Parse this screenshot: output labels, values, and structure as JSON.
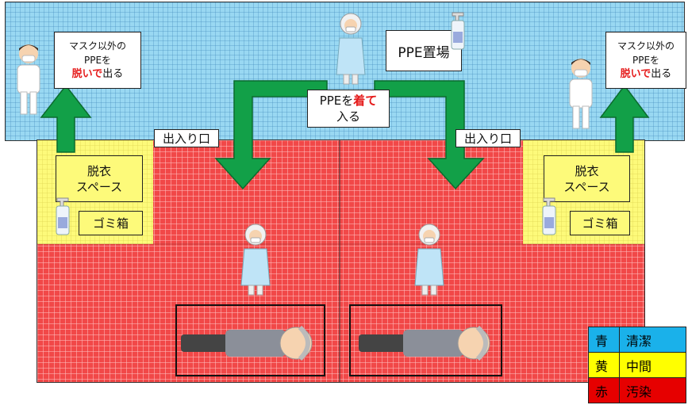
{
  "zones": {
    "clean": "青",
    "intermediate": "黄",
    "contaminated": "赤"
  },
  "labels": {
    "ppe_storage": "PPE置場",
    "entry_line1_a": "PPEを",
    "entry_line1_b": "着て",
    "entry_line2": "入る",
    "exit_line1": "マスク以外の",
    "exit_line2": "PPEを",
    "exit_line3_a": "脱いで",
    "exit_line3_b": "出る",
    "doorway": "出入り口",
    "changing_line1": "脱衣",
    "changing_line2": "スペース",
    "trash": "ゴミ箱"
  },
  "legend": [
    {
      "key": "青",
      "value": "清潔",
      "color": "#1ab1ea"
    },
    {
      "key": "黄",
      "value": "中間",
      "color": "#ffff00"
    },
    {
      "key": "赤",
      "value": "汚染",
      "color": "#e60000"
    }
  ],
  "colors": {
    "arrow": "#12a048",
    "arrow_border": "#0b6b2e",
    "emphasis": "#e51b1b"
  },
  "icons": [
    "staff-person-icon",
    "ppe-gown-person-icon",
    "sanitizer-bottle-icon",
    "patient-in-bed-icon"
  ]
}
